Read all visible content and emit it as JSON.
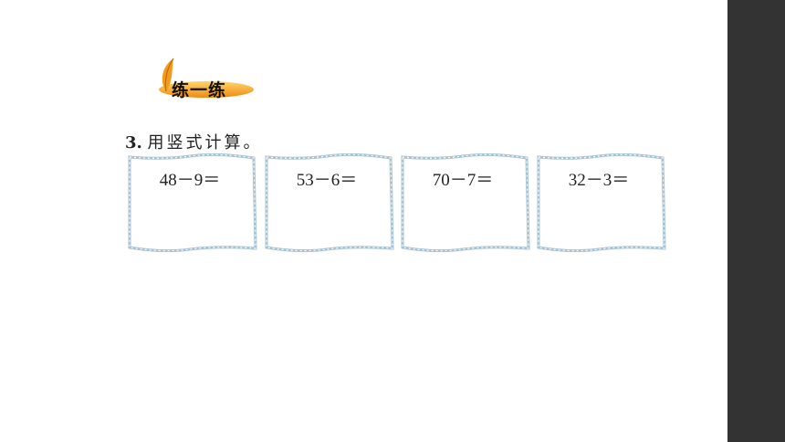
{
  "section_badge": {
    "label": "练一练",
    "icon": "feather-icon"
  },
  "question": {
    "number": "3.",
    "text": "用竖式计算。"
  },
  "problems": [
    {
      "expression": "48－9＝"
    },
    {
      "expression": "53－6＝"
    },
    {
      "expression": "70－7＝"
    },
    {
      "expression": "32－3＝"
    }
  ],
  "colors": {
    "badge_orange": "#f29a1f",
    "card_border": "#a8c3d3",
    "sidebar": "#333333"
  }
}
